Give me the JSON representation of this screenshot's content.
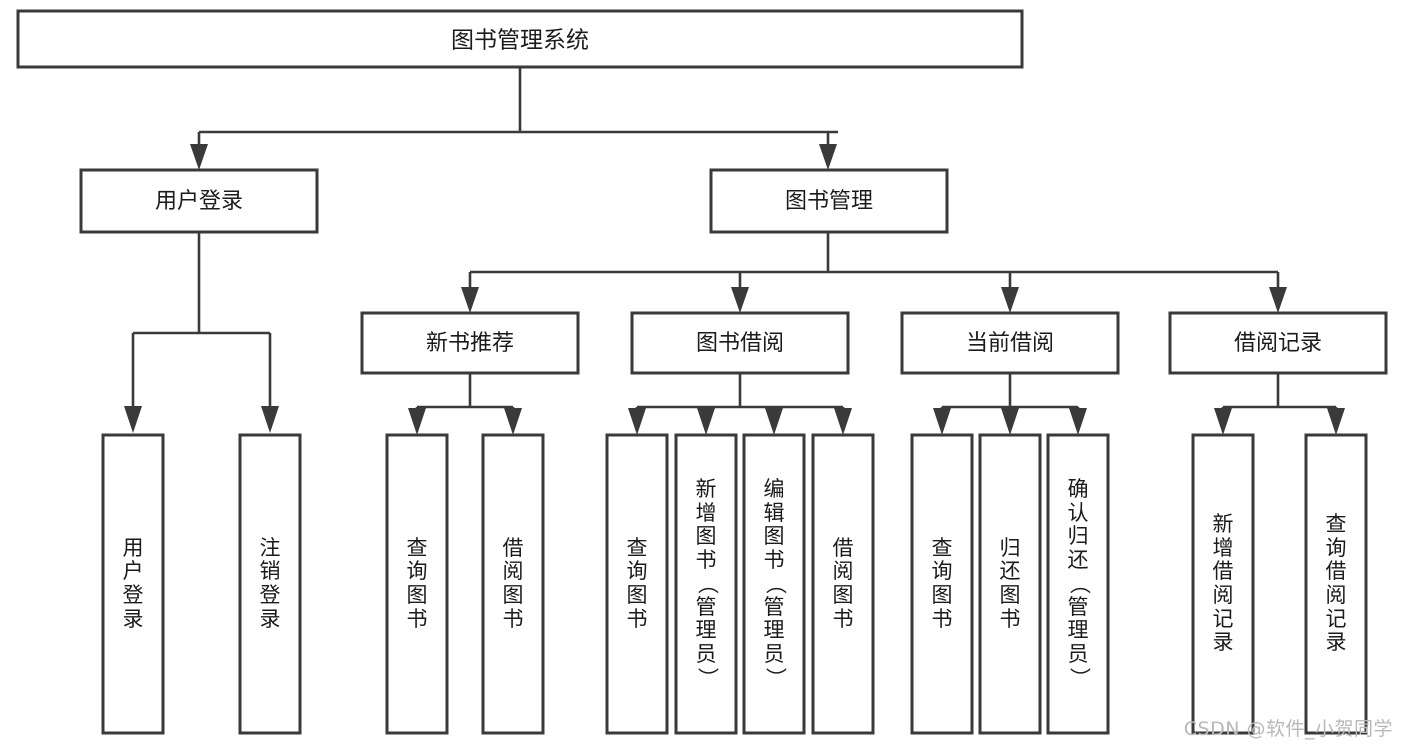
{
  "diagram": {
    "title": "图书管理系统",
    "type": "tree",
    "orientation": "top-down",
    "background_color": "#ffffff",
    "node_fill": "#ffffff",
    "node_stroke": "#3a3a3a",
    "connector_color": "#3a3a3a",
    "text_color": "#1b1b1b"
  },
  "root": {
    "label": "图书管理系统"
  },
  "level1": [
    {
      "label": "用户登录"
    },
    {
      "label": "图书管理"
    }
  ],
  "level2": [
    {
      "label": "新书推荐"
    },
    {
      "label": "图书借阅"
    },
    {
      "label": "当前借阅"
    },
    {
      "label": "借阅记录"
    }
  ],
  "leaves": {
    "user_login": [
      {
        "label": "用户登录"
      },
      {
        "label": "注销登录"
      }
    ],
    "new_book_recommend": [
      {
        "label": "查询图书"
      },
      {
        "label": "借阅图书"
      }
    ],
    "book_borrow": [
      {
        "label": "查询图书"
      },
      {
        "label": "新增图书（管理员）"
      },
      {
        "label": "编辑图书（管理员）"
      },
      {
        "label": "借阅图书"
      }
    ],
    "current_borrow": [
      {
        "label": "查询图书"
      },
      {
        "label": "归还图书"
      },
      {
        "label": "确认归还（管理员）"
      }
    ],
    "borrow_record": [
      {
        "label": "新增借阅记录"
      },
      {
        "label": "查询借阅记录"
      }
    ]
  },
  "watermark": {
    "text": "CSDN @软件_小贺同学"
  }
}
